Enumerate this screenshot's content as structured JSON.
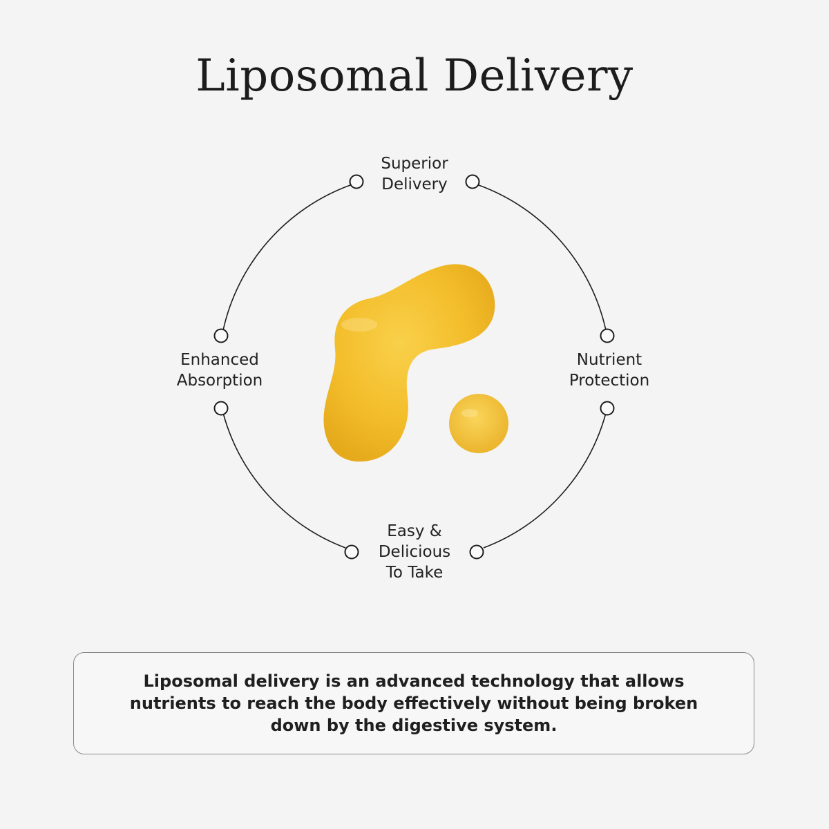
{
  "title": "Liposomal Delivery",
  "cycle": {
    "top": "Superior\nDelivery",
    "right": "Nutrient\nProtection",
    "bottom": "Easy &\nDelicious\nTo Take",
    "left": "Enhanced\nAbsorption"
  },
  "description": "Liposomal delivery is an advanced technology that allows nutrients to reach the body effectively without being broken down by the digestive system.",
  "colors": {
    "background": "#f4f4f4",
    "droplet": "#f5bf2a",
    "line": "#1c1c1c"
  }
}
